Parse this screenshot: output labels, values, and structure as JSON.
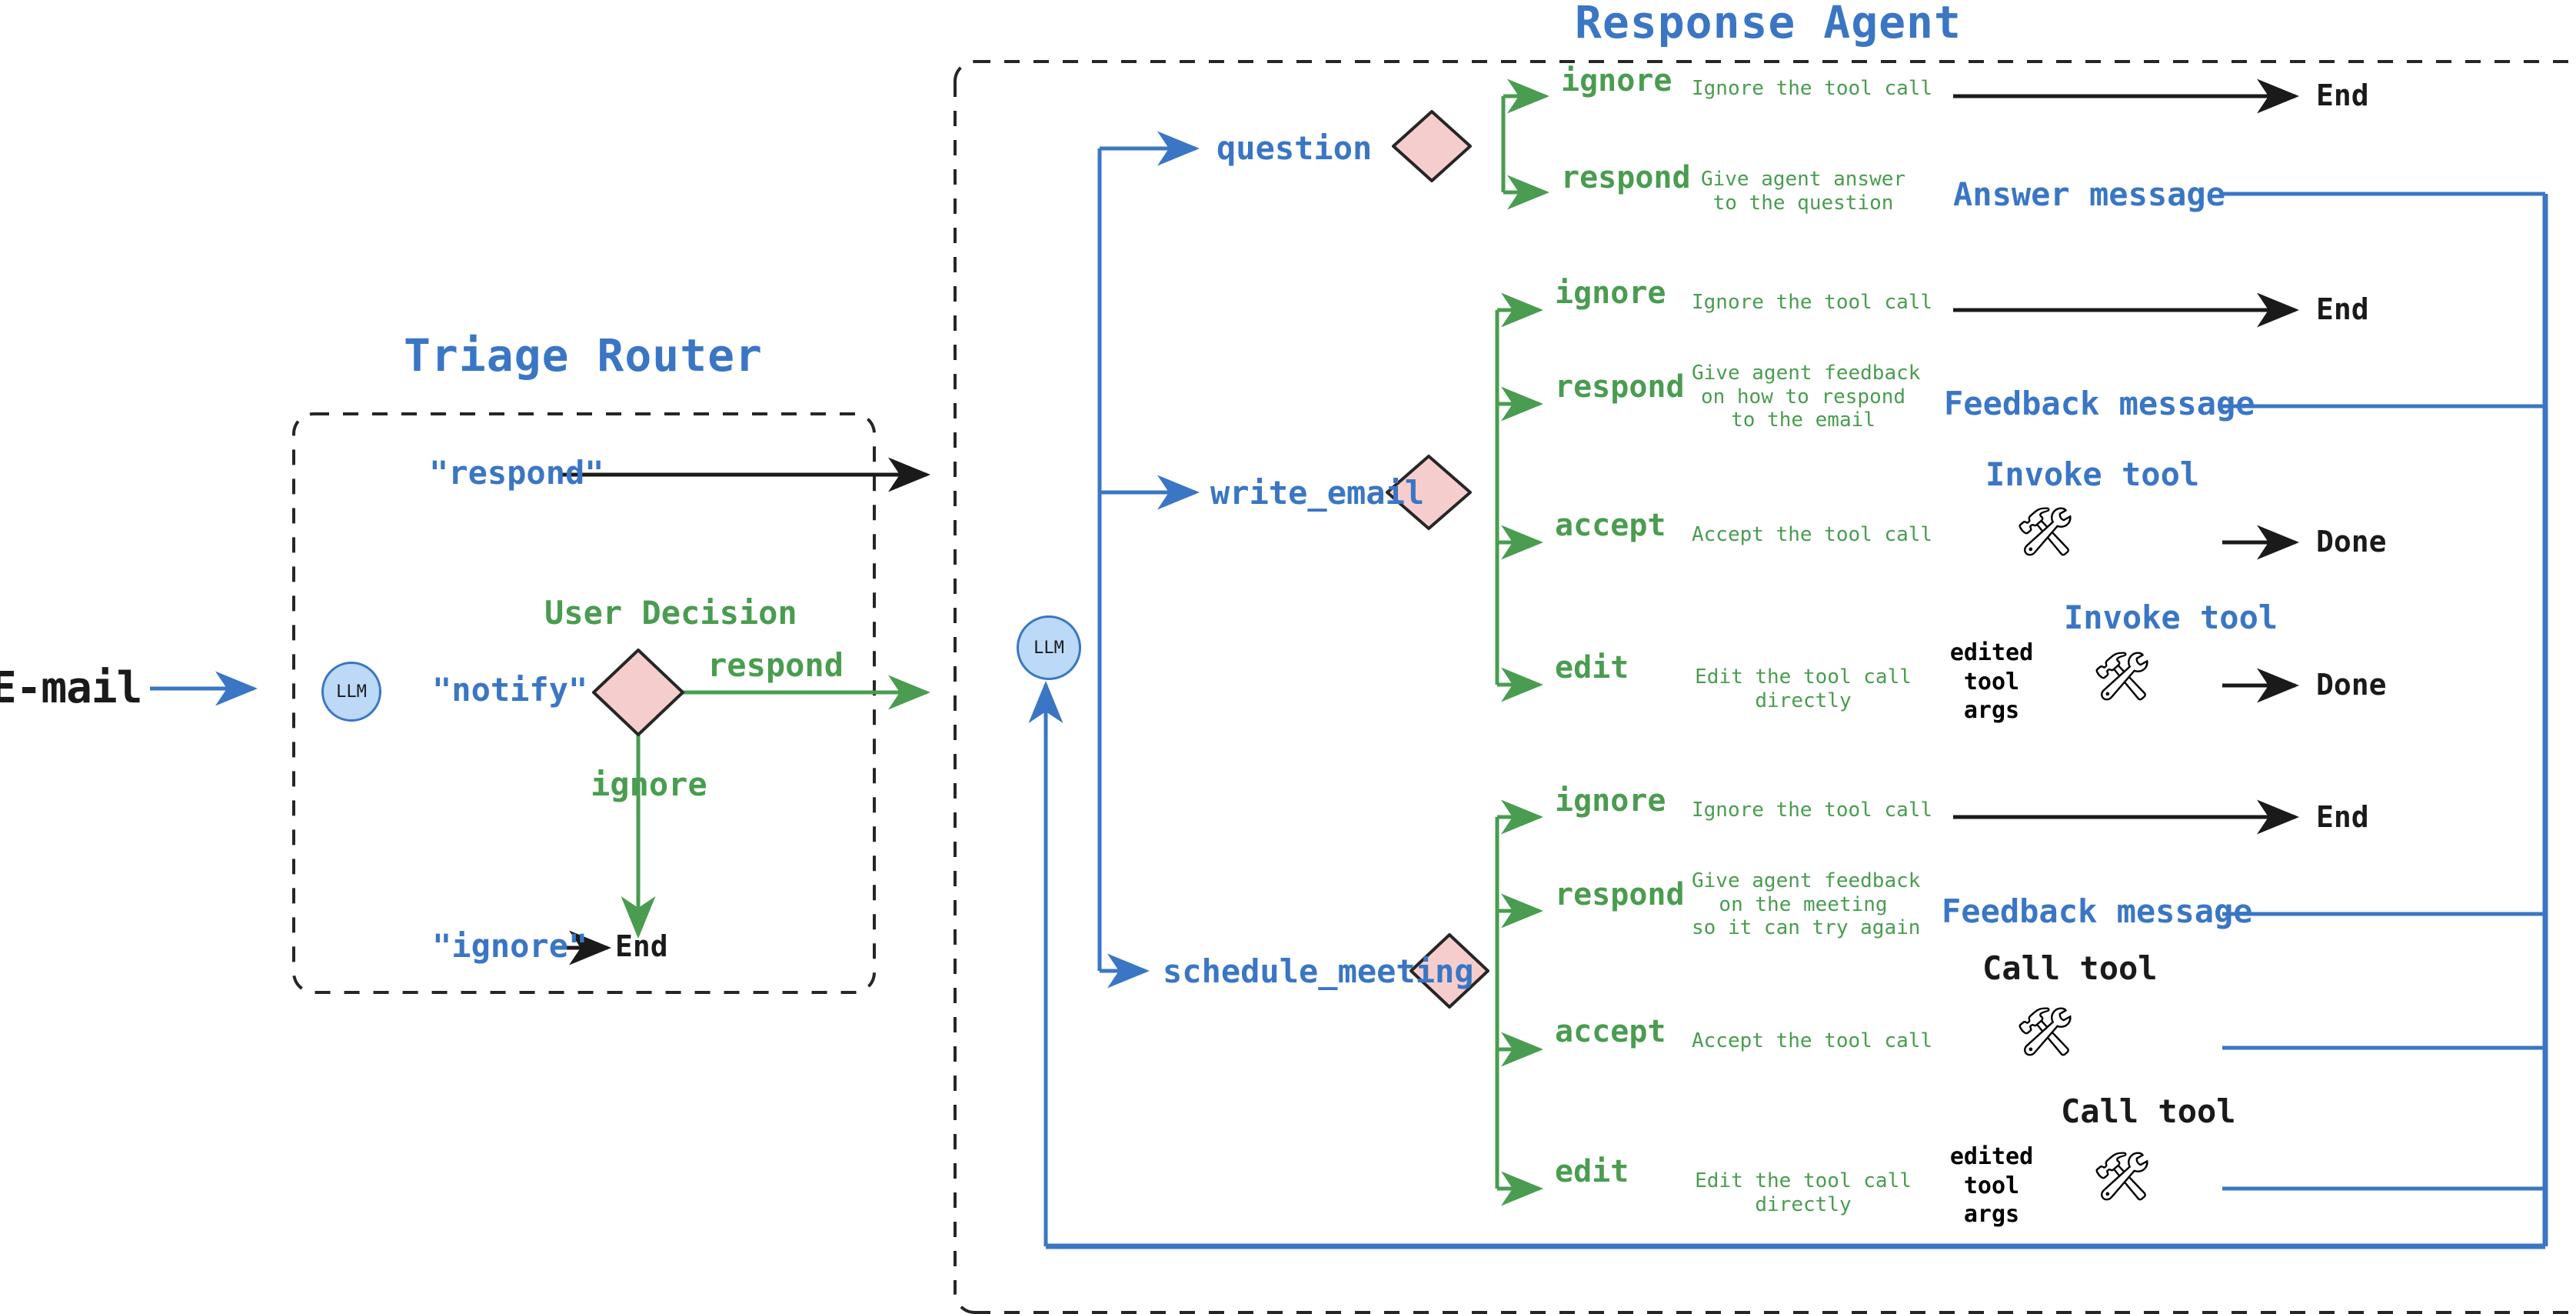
{
  "diagram": {
    "titles": {
      "triage": "Triage Router",
      "response": "Response Agent"
    },
    "input": {
      "label": "E-mail"
    },
    "triage": {
      "llm_label": "LLM",
      "decision_title": "User Decision",
      "route_respond": "\"respond\"",
      "route_notify": "\"notify\"",
      "route_ignore": "\"ignore\"",
      "decision_respond": "respond",
      "decision_ignore": "ignore",
      "end_label": "End"
    },
    "response": {
      "llm_label": "LLM",
      "tool_icon": "hammer-and-wrench",
      "branches": [
        {
          "name": "question",
          "options": [
            {
              "action": "ignore",
              "desc": "Ignore the tool call",
              "outcome_kind": "end",
              "outcome": "End",
              "caption": ""
            },
            {
              "action": "respond",
              "desc": "Give agent answer\nto the question",
              "outcome_kind": "message",
              "outcome": "",
              "caption": "Answer message"
            }
          ]
        },
        {
          "name": "write_email",
          "options": [
            {
              "action": "ignore",
              "desc": "Ignore the tool call",
              "outcome_kind": "end",
              "outcome": "End",
              "caption": ""
            },
            {
              "action": "respond",
              "desc": "Give agent feedback\non how to respond\nto the email",
              "outcome_kind": "message",
              "outcome": "",
              "caption": "Feedback message"
            },
            {
              "action": "accept",
              "desc": "Accept the tool call",
              "outcome_kind": "tool-done",
              "outcome": "Done",
              "caption": "Invoke tool"
            },
            {
              "action": "edit",
              "desc": "Edit the tool call\ndirectly",
              "outcome_kind": "tool-done-edited",
              "outcome": "Done",
              "caption": "Invoke tool",
              "edited_args": "edited\ntool\nargs"
            }
          ]
        },
        {
          "name": "schedule_meeting",
          "options": [
            {
              "action": "ignore",
              "desc": "Ignore the tool call",
              "outcome_kind": "end",
              "outcome": "End",
              "caption": ""
            },
            {
              "action": "respond",
              "desc": "Give agent feedback\non the meeting\nso it can try again",
              "outcome_kind": "message",
              "outcome": "",
              "caption": "Feedback message"
            },
            {
              "action": "accept",
              "desc": "Accept the tool call",
              "outcome_kind": "tool-loop",
              "outcome": "",
              "caption": "Call tool"
            },
            {
              "action": "edit",
              "desc": "Edit the tool call\ndirectly",
              "outcome_kind": "tool-loop-edited",
              "outcome": "",
              "caption": "Call tool",
              "edited_args": "edited\ntool\nargs"
            }
          ]
        }
      ]
    },
    "colors": {
      "blue": "#3a76c4",
      "green": "#4a9c50",
      "black": "#1a1a1a",
      "diamond_fill": "#f6cdcd",
      "llm_fill": "#bcd9f7"
    }
  }
}
